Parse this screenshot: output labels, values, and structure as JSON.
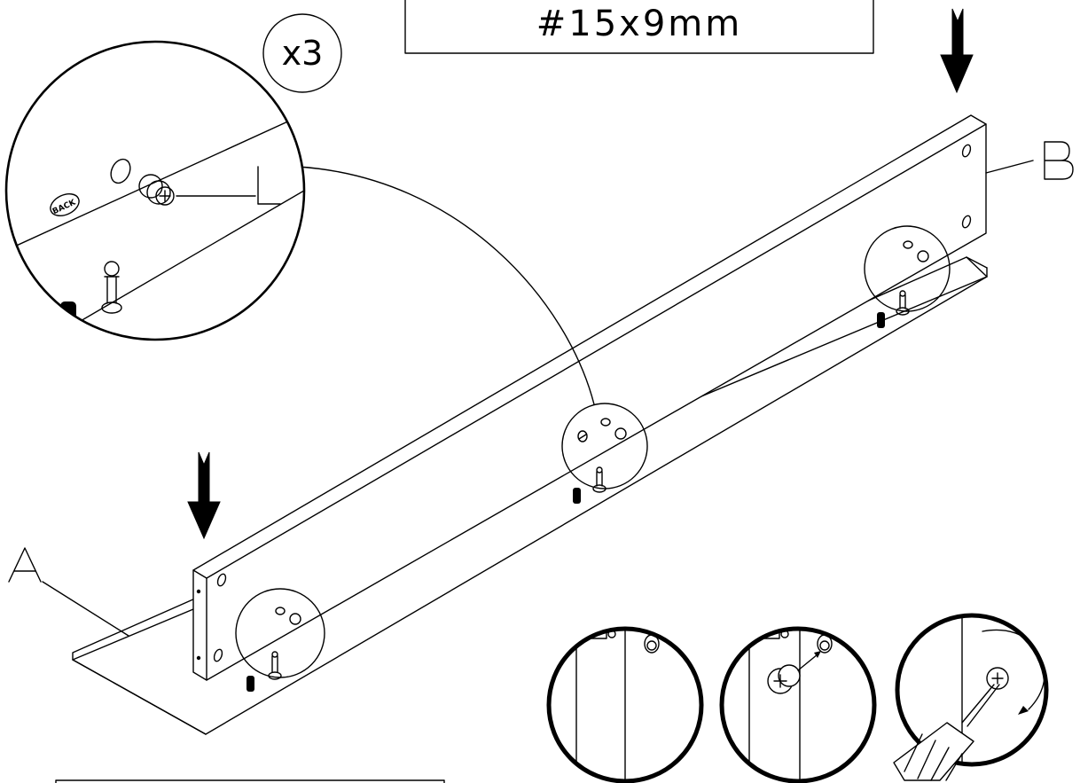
{
  "header": {
    "screw_spec": "#15x9mm"
  },
  "callouts": {
    "quantity": "x3",
    "fitting_label": "L",
    "back_marking": "BACK"
  },
  "parts": {
    "bottom_panel": "A",
    "side_panel": "B"
  }
}
